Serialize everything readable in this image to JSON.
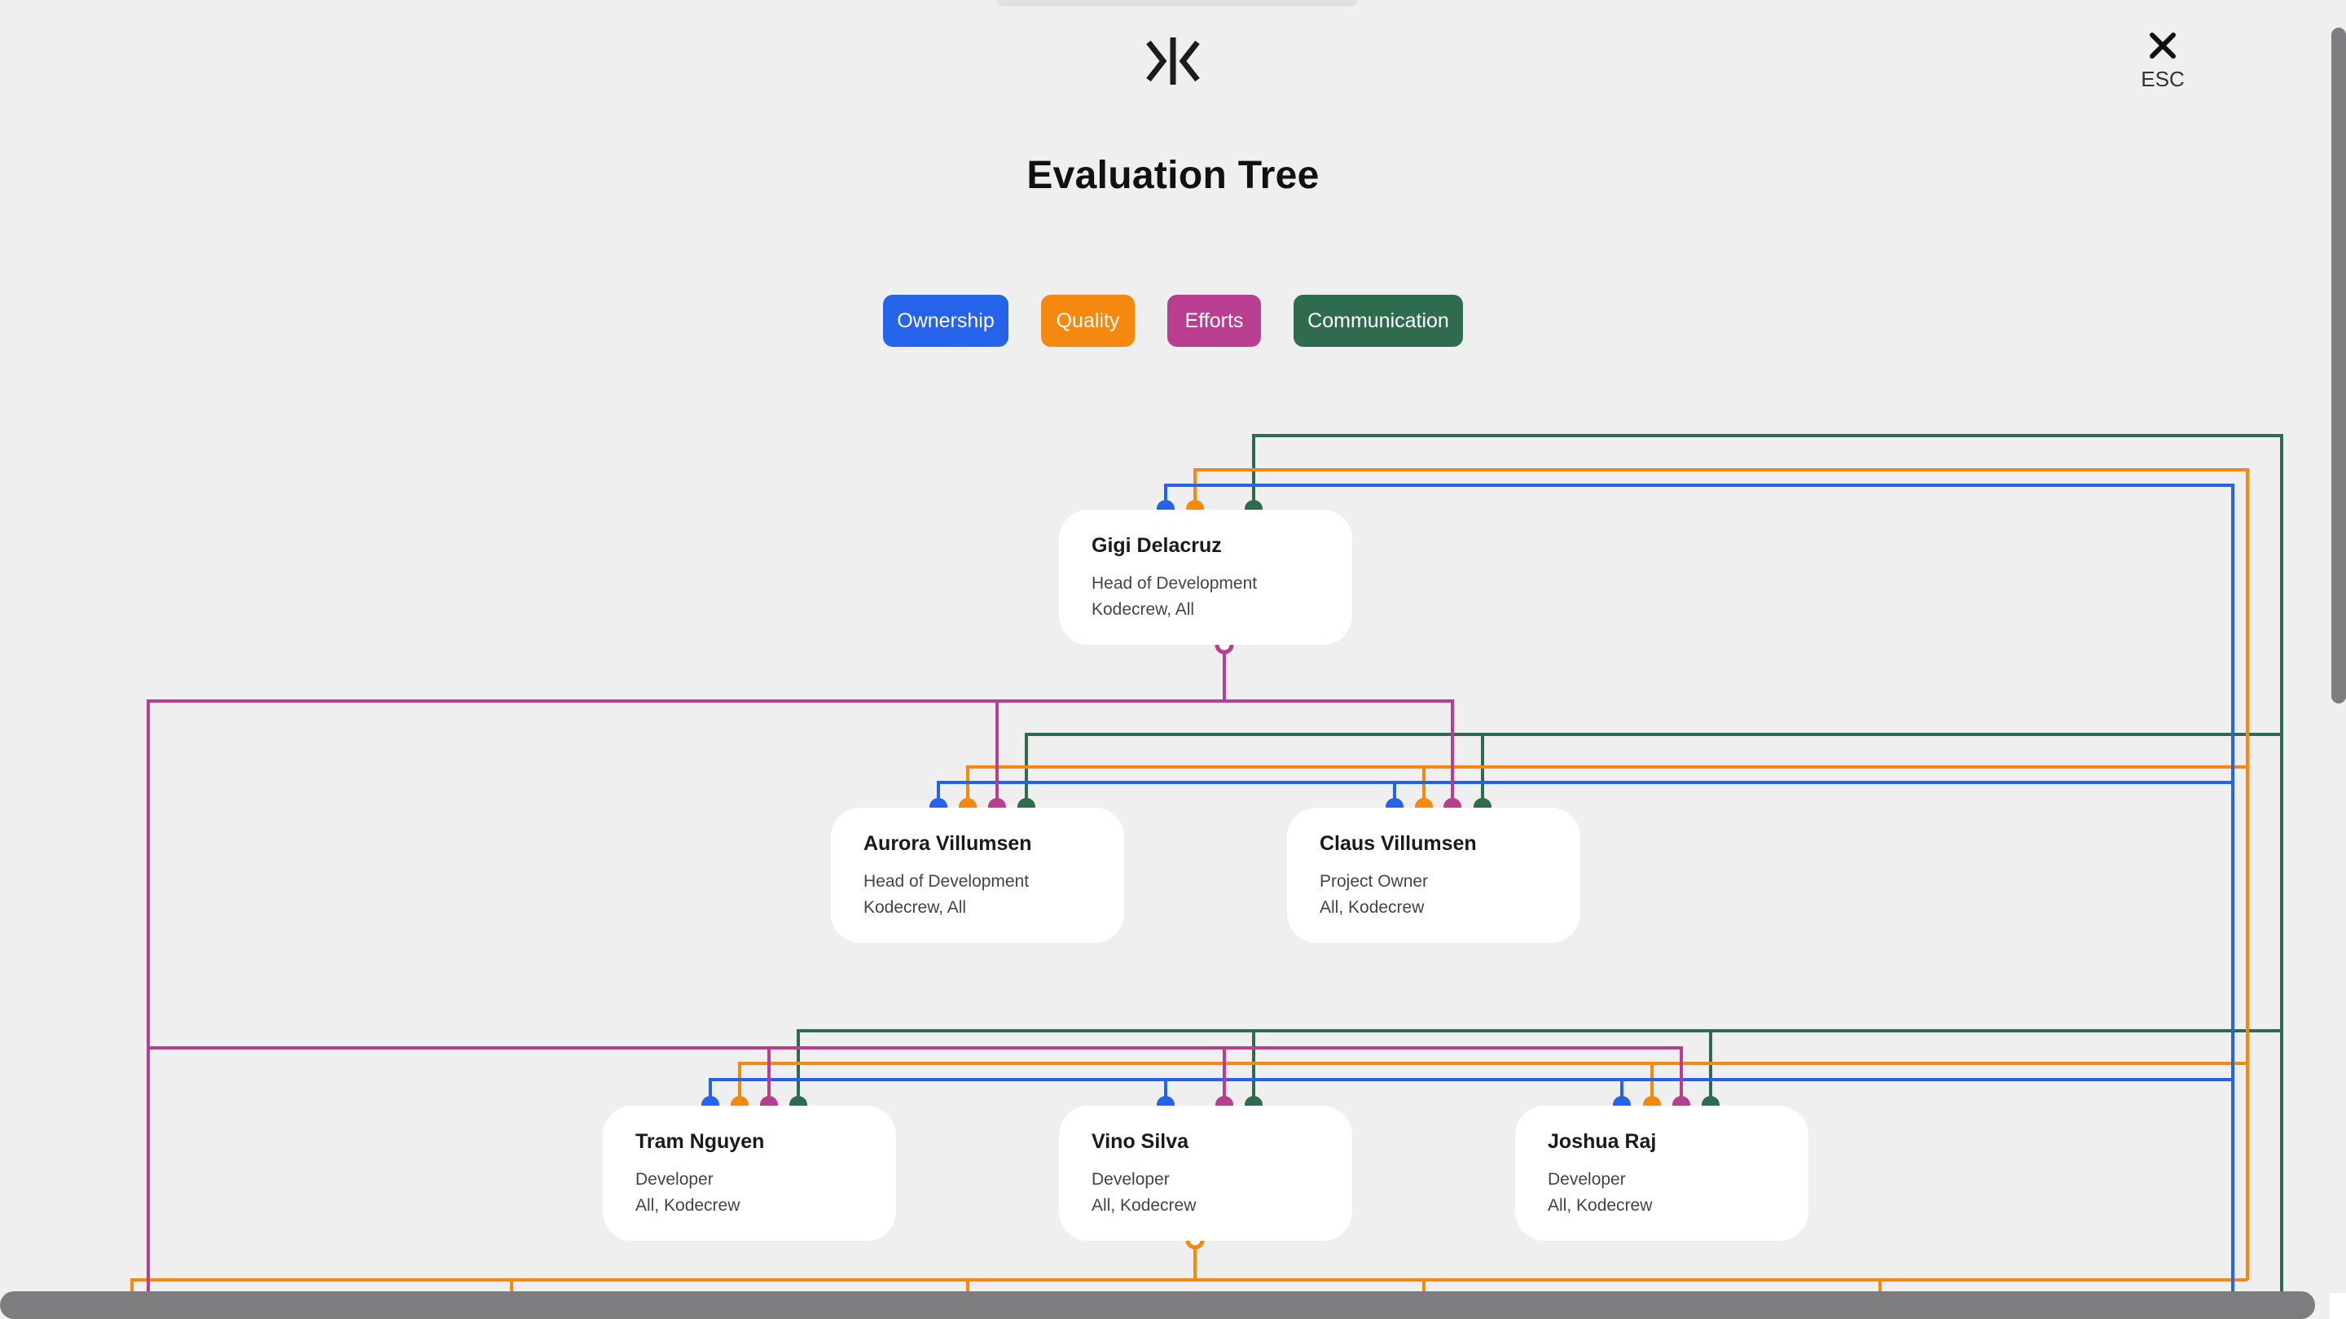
{
  "header": {
    "logo": "kodecrew-logo-icon",
    "close_icon": "close-icon",
    "close_label": "ESC"
  },
  "page": {
    "title": "Evaluation Tree"
  },
  "legend": [
    {
      "label": "Ownership",
      "color": "#2563eb"
    },
    {
      "label": "Quality",
      "color": "#f5890f"
    },
    {
      "label": "Efforts",
      "color": "#b83f8f"
    },
    {
      "label": "Communication",
      "color": "#2e6b4f"
    }
  ],
  "people": [
    {
      "name": "Gigi Delacruz",
      "role": "Head of Development",
      "team": "Kodecrew, All"
    },
    {
      "name": "Aurora Villumsen",
      "role": "Head of Development",
      "team": "Kodecrew, All"
    },
    {
      "name": "Claus Villumsen",
      "role": "Project Owner",
      "team": "All, Kodecrew"
    },
    {
      "name": "Tram Nguyen",
      "role": "Developer",
      "team": "All, Kodecrew"
    },
    {
      "name": "Vino Silva",
      "role": "Developer",
      "team": "All, Kodecrew"
    },
    {
      "name": "Joshua Raj",
      "role": "Developer",
      "team": "All, Kodecrew"
    }
  ]
}
